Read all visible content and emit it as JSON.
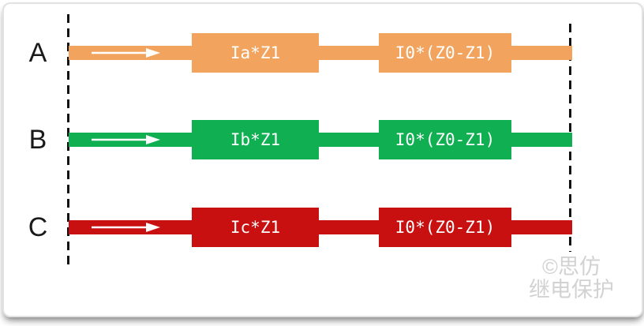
{
  "diagram": {
    "phases": [
      {
        "label": "A",
        "color": "#F2A45E",
        "line_impedance": "Ia*Z1",
        "zero_seq_impedance": "I0*(Z0-Z1)"
      },
      {
        "label": "B",
        "color": "#10B052",
        "line_impedance": "Ib*Z1",
        "zero_seq_impedance": "I0*(Z0-Z1)"
      },
      {
        "label": "C",
        "color": "#C81010",
        "line_impedance": "Ic*Z1",
        "zero_seq_impedance": "I0*(Z0-Z1)"
      }
    ],
    "boundary_dash_color": "#121212",
    "arrow_color": "#FFFFFF",
    "phase_label_color": "#1A1A1A",
    "box_text_color": "#FFFFFF",
    "watermark": {
      "line1": "©思仿",
      "line2": "继电保护",
      "color": "#D2D2D2"
    }
  }
}
